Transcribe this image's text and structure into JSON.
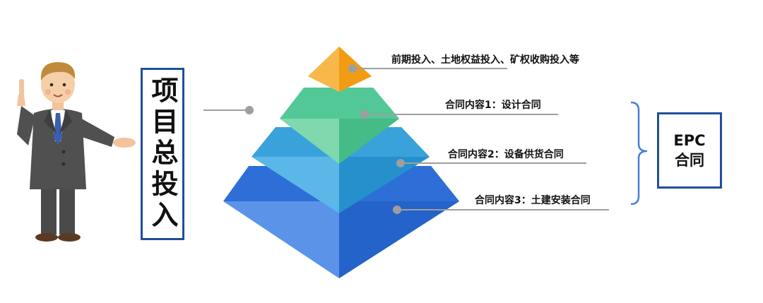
{
  "title": {
    "text": "项目总投入"
  },
  "tiers": [
    {
      "label": "前期投入、土地权益投入、矿权收购投入等"
    },
    {
      "label": "合同内容1：设计合同"
    },
    {
      "label": "合同内容2：设备供货合同"
    },
    {
      "label": "合同内容3：土建安装合同"
    }
  ],
  "epc": {
    "line1": "EPC",
    "line2": "合同"
  },
  "colors": {
    "tier1": "#f5a623",
    "tier2": "#52c896",
    "tier3": "#3aa2db",
    "tier4": "#2d6fd6",
    "frame": "#1f4f9a",
    "bracket": "#4a7fd4",
    "leader_line": "#9e9e9e",
    "dot": "#9e9e9e"
  }
}
